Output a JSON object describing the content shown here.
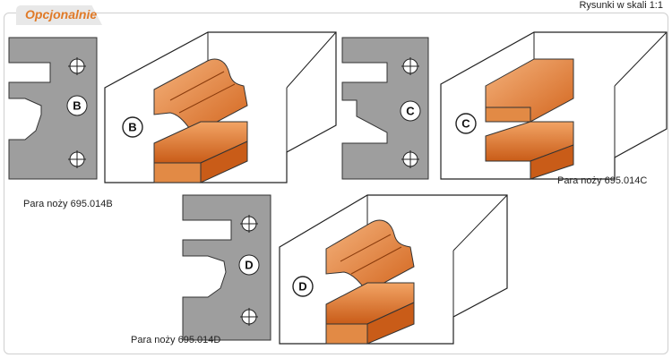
{
  "header": {
    "tab_label": "Opcjonalnie",
    "scale_note": "Rysunki w skali 1:1"
  },
  "sets": [
    {
      "letter": "B",
      "caption": "Para noży 695.014B"
    },
    {
      "letter": "C",
      "caption": "Para noży 695.014C"
    },
    {
      "letter": "D",
      "caption": "Para noży 695.014D"
    }
  ],
  "colors": {
    "accent": "#e07a28",
    "plate": "#9e9e9e",
    "profile_light": "#f0a46a",
    "profile_dark": "#d0641e"
  }
}
